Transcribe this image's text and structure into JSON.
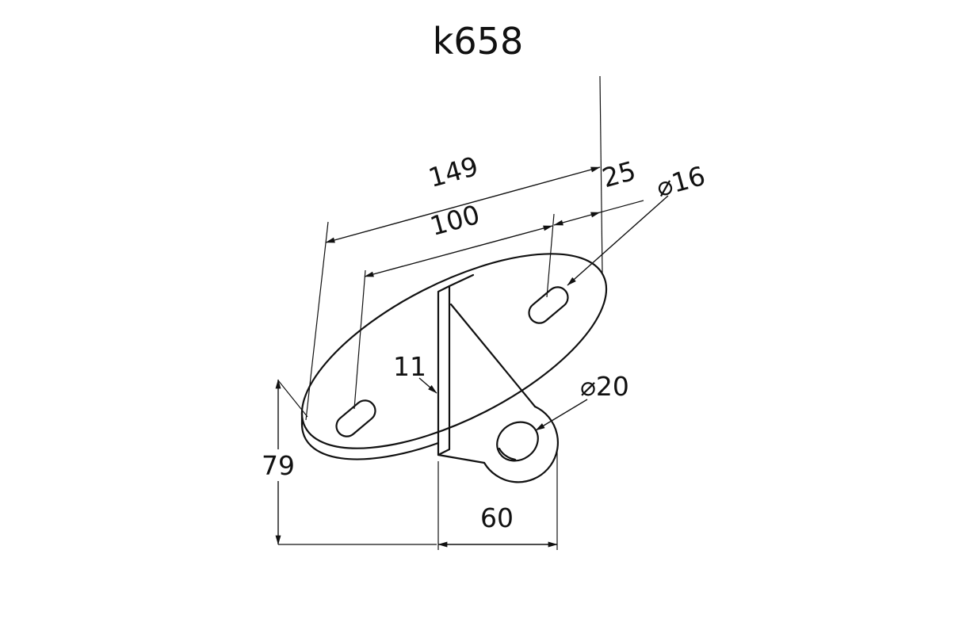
{
  "title": "k658",
  "dimensions": {
    "overall_length": "149",
    "slot_spacing": "100",
    "slot_end_offset": "25",
    "slot_diameter": "⌀16",
    "web_thickness": "11",
    "hole_diameter": "⌀20",
    "overall_height": "79",
    "web_depth": "60"
  },
  "style": {
    "ink": "#111111",
    "background": "#ffffff"
  }
}
